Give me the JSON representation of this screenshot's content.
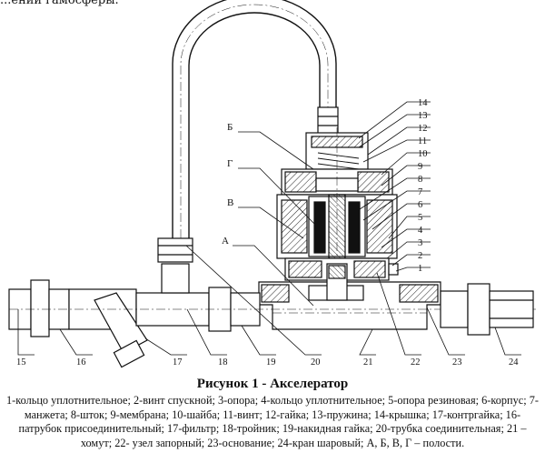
{
  "page": {
    "top_fragment": "...ении гамосферы.",
    "title": "Рисунок 1 - Акселератор",
    "legend": "1-кольцо уплотнительное; 2-винт спускной; 3-опора; 4-кольцо уплотнительное; 5-опора резиновая; 6-корпус; 7-манжета; 8-шток; 9-мембрана; 10-шайба; 11-винт; 12-гайка; 13-пружина; 14-крышка; 17-контргайка; 16- патрубок присоединительный; 17-фильтр; 18-тройник; 19-накидная гайка; 20-трубка соединительная; 21 – хомут; 22- узел запорный; 23-основание; 24-кран шаровый; А, Б, В, Г – полости."
  },
  "labels": {
    "right": [
      "14",
      "13",
      "12",
      "11",
      "10",
      "9",
      "8",
      "7",
      "6",
      "5",
      "4",
      "3",
      "2",
      "1"
    ],
    "bottom": [
      "15",
      "16",
      "17",
      "18",
      "19",
      "20",
      "21",
      "22",
      "23",
      "24"
    ],
    "letters": [
      "Б",
      "Г",
      "В",
      "А"
    ]
  }
}
